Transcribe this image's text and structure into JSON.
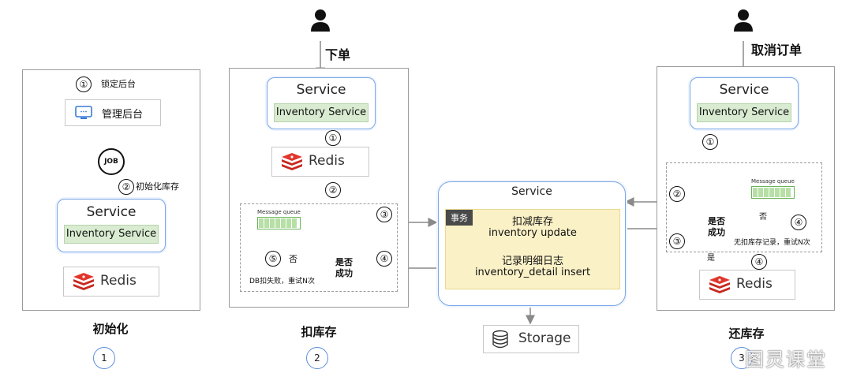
{
  "panel1": {
    "step1_num": "①",
    "step1_label": "锁定后台",
    "admin_label": "管理后台",
    "job_label": "JOB",
    "step2_num": "②",
    "step2_label": "初始化库存",
    "service_title": "Service",
    "inventory_label": "Inventory Service",
    "redis_label": "Redis",
    "bottom_title": "初始化",
    "step_number": "1"
  },
  "panel2": {
    "heading": "下单",
    "service_title": "Service",
    "inventory_label": "Inventory Service",
    "step1_num": "①",
    "redis_label": "Redis",
    "step2_num": "②",
    "mq_title": "Message queue",
    "step3_num": "③",
    "step4_num": "④",
    "step5_num": "⑤",
    "no_label": "否",
    "decision_line1": "是否",
    "decision_line2": "成功",
    "fail_note": "DB扣失败，重试N次",
    "bottom_title": "扣库存",
    "step_number": "2"
  },
  "center": {
    "service_title": "Service",
    "tx_badge": "事务",
    "line1": "扣减库存",
    "line2": "inventory update",
    "line3": "记录明细日志",
    "line4": "inventory_detail insert",
    "storage_label": "Storage"
  },
  "panel3": {
    "heading": "取消订单",
    "service_title": "Service",
    "inventory_label": "Inventory Service",
    "step1_num": "①",
    "step2_num": "②",
    "step3_num": "③",
    "step4a_num": "④",
    "step4b_num": "④",
    "mq_title": "Message queue",
    "no_label": "否",
    "yes_label": "是",
    "decision_line1": "是否",
    "decision_line2": "成功",
    "retry_note": "无扣库存记录，重试N次",
    "redis_label": "Redis",
    "bottom_title": "还库存",
    "step_number": "3"
  },
  "watermark": "图灵课堂"
}
